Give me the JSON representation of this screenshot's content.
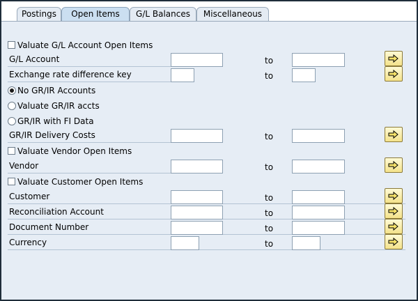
{
  "tabs": [
    "Postings",
    "Open Items",
    "G/L Balances",
    "Miscellaneous"
  ],
  "active_tab": "Open Items",
  "form": {
    "valuate_gl": {
      "label": "Valuate G/L Account Open Items",
      "checked": false
    },
    "gl_account": {
      "label": "G/L Account",
      "from": "",
      "to_label": "to",
      "to": ""
    },
    "exchange_key": {
      "label": "Exchange rate difference key",
      "from": "",
      "to_label": "to",
      "to": ""
    },
    "radio_options": [
      {
        "label": "No GR/IR Accounts",
        "selected": true
      },
      {
        "label": "Valuate GR/IR accts",
        "selected": false
      },
      {
        "label": "GR/IR with FI Data",
        "selected": false
      }
    ],
    "grir_delivery": {
      "label": "GR/IR Delivery Costs",
      "from": "",
      "to_label": "to",
      "to": ""
    },
    "valuate_vendor": {
      "label": "Valuate Vendor Open Items",
      "checked": false
    },
    "vendor": {
      "label": "Vendor",
      "from": "",
      "to_label": "to",
      "to": ""
    },
    "valuate_customer": {
      "label": "Valuate Customer Open Items",
      "checked": false
    },
    "customer": {
      "label": "Customer",
      "from": "",
      "to_label": "to",
      "to": ""
    },
    "recon_account": {
      "label": "Reconciliation Account",
      "from": "",
      "to_label": "to",
      "to": ""
    },
    "document_number": {
      "label": "Document Number",
      "from": "",
      "to_label": "to",
      "to": ""
    },
    "currency": {
      "label": "Currency",
      "from": "",
      "to_label": "to",
      "to": ""
    }
  },
  "multiple_selection_icon": "arrow-right-icon",
  "colors": {
    "background": "#e6edf5",
    "active_tab": "#cbdff1",
    "button": "#f4e28a"
  }
}
